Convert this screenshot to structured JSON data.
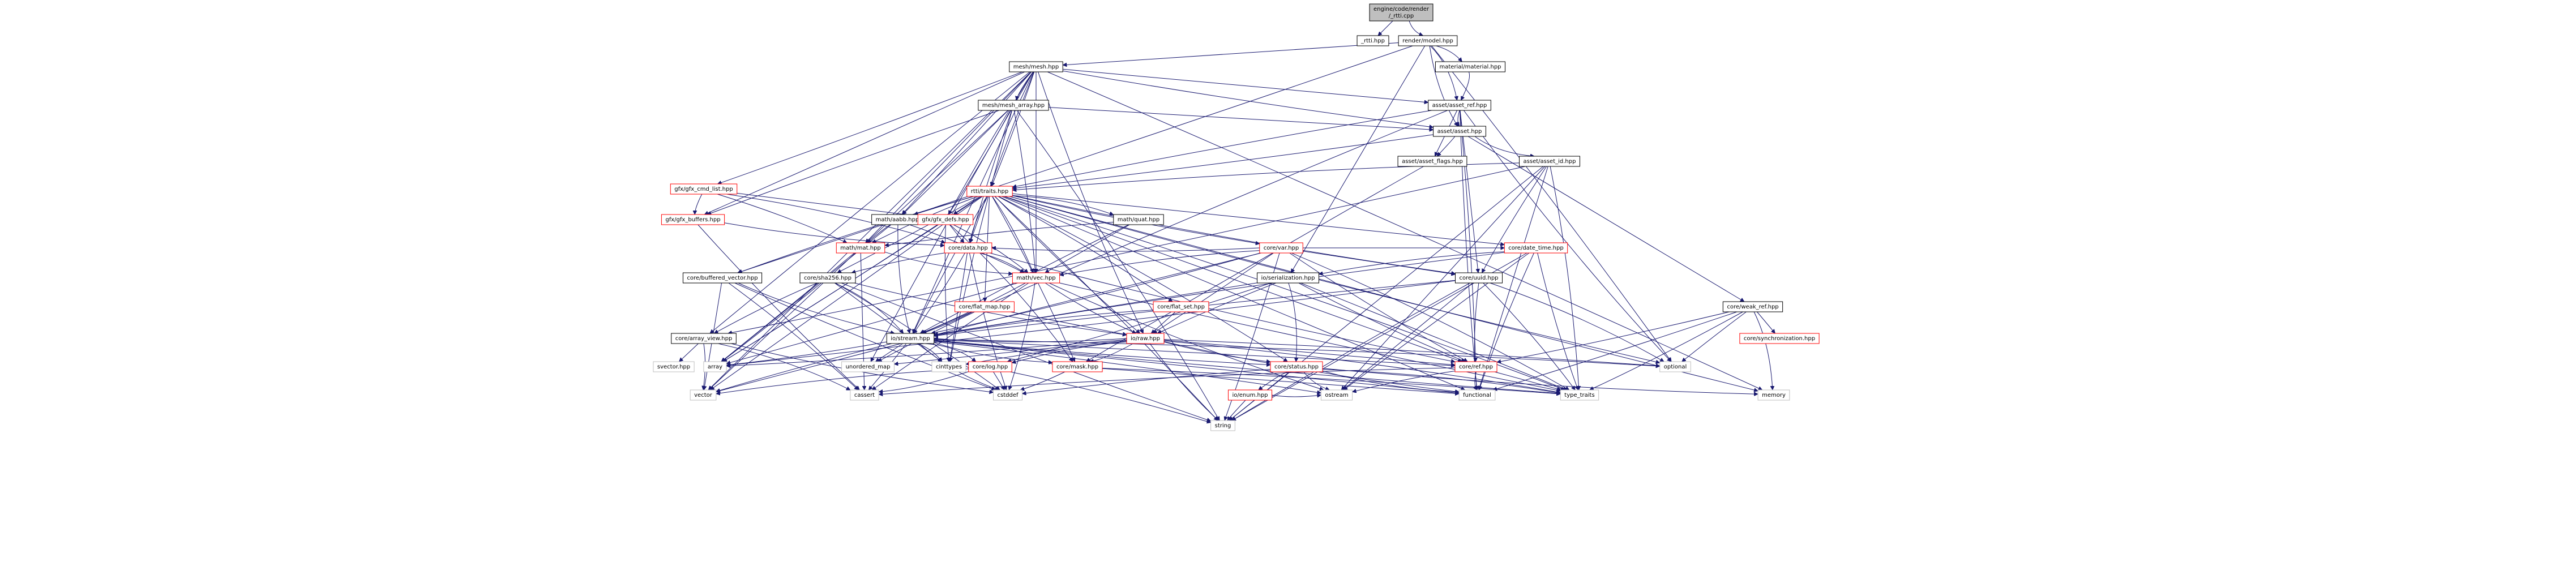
{
  "diagram": {
    "nodes": [
      {
        "id": "root",
        "label": "engine/code/render\n/_rtti.cpp",
        "style": "root"
      },
      {
        "id": "rtti",
        "label": "_rtti.hpp",
        "style": "local"
      },
      {
        "id": "model",
        "label": "render/model.hpp",
        "style": "local"
      },
      {
        "id": "mesh",
        "label": "mesh/mesh.hpp",
        "style": "local"
      },
      {
        "id": "material",
        "label": "material/material.hpp",
        "style": "local"
      },
      {
        "id": "meshArray",
        "label": "mesh/mesh_array.hpp",
        "style": "local"
      },
      {
        "id": "assetRef",
        "label": "asset/asset_ref.hpp",
        "style": "local"
      },
      {
        "id": "asset",
        "label": "asset/asset.hpp",
        "style": "local"
      },
      {
        "id": "assetFlags",
        "label": "asset/asset_flags.hpp",
        "style": "local"
      },
      {
        "id": "assetId",
        "label": "asset/asset_id.hpp",
        "style": "local"
      },
      {
        "id": "gfxCmdList",
        "label": "gfx/gfx_cmd_list.hpp",
        "style": "red"
      },
      {
        "id": "gfxBuffers",
        "label": "gfx/gfx_buffers.hpp",
        "style": "red"
      },
      {
        "id": "rttiTraits",
        "label": "rtti/traits.hpp",
        "style": "red"
      },
      {
        "id": "mathAabb",
        "label": "math/aabb.hpp",
        "style": "local"
      },
      {
        "id": "gfxDefs",
        "label": "gfx/gfx_defs.hpp",
        "style": "red"
      },
      {
        "id": "mathQuat",
        "label": "math/quat.hpp",
        "style": "local"
      },
      {
        "id": "mathMat",
        "label": "math/mat.hpp",
        "style": "red"
      },
      {
        "id": "coreData",
        "label": "core/data.hpp",
        "style": "red"
      },
      {
        "id": "coreVar",
        "label": "core/var.hpp",
        "style": "red"
      },
      {
        "id": "dateTime",
        "label": "core/date_time.hpp",
        "style": "red"
      },
      {
        "id": "mathVec",
        "label": "math/vec.hpp",
        "style": "red"
      },
      {
        "id": "serialization",
        "label": "io/serialization.hpp",
        "style": "local"
      },
      {
        "id": "coreUuid",
        "label": "core/uuid.hpp",
        "style": "local"
      },
      {
        "id": "bufferedVector",
        "label": "core/buffered_vector.hpp",
        "style": "local"
      },
      {
        "id": "sha256",
        "label": "core/sha256.hpp",
        "style": "local"
      },
      {
        "id": "flatMap",
        "label": "core/flat_map.hpp",
        "style": "red"
      },
      {
        "id": "flatSet",
        "label": "core/flat_set.hpp",
        "style": "red"
      },
      {
        "id": "weakRef",
        "label": "core/weak_ref.hpp",
        "style": "local"
      },
      {
        "id": "arrayView",
        "label": "core/array_view.hpp",
        "style": "local"
      },
      {
        "id": "ioStream",
        "label": "io/stream.hpp",
        "style": "local"
      },
      {
        "id": "ioRaw",
        "label": "io/raw.hpp",
        "style": "red"
      },
      {
        "id": "sync",
        "label": "core/synchronization.hpp",
        "style": "red"
      },
      {
        "id": "svector",
        "label": "svector.hpp",
        "style": "sys"
      },
      {
        "id": "array",
        "label": "array",
        "style": "sys"
      },
      {
        "id": "unorderedMap",
        "label": "unordered_map",
        "style": "sys"
      },
      {
        "id": "cinttypes",
        "label": "cinttypes",
        "style": "sys"
      },
      {
        "id": "coreLog",
        "label": "core/log.hpp",
        "style": "red"
      },
      {
        "id": "coreMask",
        "label": "core/mask.hpp",
        "style": "red"
      },
      {
        "id": "coreStatus",
        "label": "core/status.hpp",
        "style": "red"
      },
      {
        "id": "coreRef",
        "label": "core/ref.hpp",
        "style": "red"
      },
      {
        "id": "optional",
        "label": "optional",
        "style": "sys"
      },
      {
        "id": "memory",
        "label": "memory",
        "style": "sys"
      },
      {
        "id": "vector",
        "label": "vector",
        "style": "sys"
      },
      {
        "id": "cassert",
        "label": "cassert",
        "style": "sys"
      },
      {
        "id": "cstddef",
        "label": "cstddef",
        "style": "sys"
      },
      {
        "id": "ostream",
        "label": "ostream",
        "style": "sys"
      },
      {
        "id": "ioEnum",
        "label": "io/enum.hpp",
        "style": "red"
      },
      {
        "id": "functional",
        "label": "functional",
        "style": "sys"
      },
      {
        "id": "typeTraits",
        "label": "type_traits",
        "style": "sys"
      },
      {
        "id": "string",
        "label": "string",
        "style": "sys"
      }
    ],
    "edges": [
      [
        "root",
        "rtti"
      ],
      [
        "root",
        "model"
      ],
      [
        "model",
        "mesh"
      ],
      [
        "model",
        "material"
      ],
      [
        "model",
        "assetRef"
      ],
      [
        "model",
        "asset"
      ],
      [
        "model",
        "bufferedVector"
      ],
      [
        "model",
        "serialization"
      ],
      [
        "model",
        "optional"
      ],
      [
        "material",
        "assetRef"
      ],
      [
        "mesh",
        "meshArray"
      ],
      [
        "mesh",
        "gfxCmdList"
      ],
      [
        "mesh",
        "gfxBuffers"
      ],
      [
        "mesh",
        "rttiTraits"
      ],
      [
        "mesh",
        "mathAabb"
      ],
      [
        "mesh",
        "gfxDefs"
      ],
      [
        "mesh",
        "coreData"
      ],
      [
        "mesh",
        "mathVec"
      ],
      [
        "mesh",
        "mathMat"
      ],
      [
        "mesh",
        "arrayView"
      ],
      [
        "mesh",
        "ioRaw"
      ],
      [
        "mesh",
        "asset"
      ],
      [
        "mesh",
        "assetRef"
      ],
      [
        "mesh",
        "memory"
      ],
      [
        "mesh",
        "vector"
      ],
      [
        "mesh",
        "unorderedMap"
      ],
      [
        "mesh",
        "ioStream"
      ],
      [
        "meshArray",
        "asset"
      ],
      [
        "meshArray",
        "gfxBuffers"
      ],
      [
        "meshArray",
        "gfxDefs"
      ],
      [
        "meshArray",
        "mathAabb"
      ],
      [
        "meshArray",
        "coreData"
      ],
      [
        "meshArray",
        "rttiTraits"
      ],
      [
        "meshArray",
        "mathVec"
      ],
      [
        "meshArray",
        "string"
      ],
      [
        "meshArray",
        "vector"
      ],
      [
        "assetRef",
        "asset"
      ],
      [
        "assetRef",
        "coreUuid"
      ],
      [
        "assetRef",
        "coreRef"
      ],
      [
        "assetRef",
        "ioStream"
      ],
      [
        "assetRef",
        "optional"
      ],
      [
        "assetRef",
        "functional"
      ],
      [
        "assetRef",
        "assetFlags"
      ],
      [
        "assetRef",
        "rttiTraits"
      ],
      [
        "asset",
        "assetFlags"
      ],
      [
        "asset",
        "assetId"
      ],
      [
        "asset",
        "rttiTraits"
      ],
      [
        "asset",
        "weakRef"
      ],
      [
        "assetFlags",
        "coreMask"
      ],
      [
        "assetId",
        "rttiTraits"
      ],
      [
        "assetId",
        "coreUuid"
      ],
      [
        "assetId",
        "ostream"
      ],
      [
        "assetId",
        "functional"
      ],
      [
        "assetId",
        "string"
      ],
      [
        "assetId",
        "typeTraits"
      ],
      [
        "assetId",
        "arrayView"
      ],
      [
        "gfxCmdList",
        "gfxBuffers"
      ],
      [
        "gfxCmdList",
        "gfxDefs"
      ],
      [
        "gfxCmdList",
        "mathMat"
      ],
      [
        "gfxCmdList",
        "coreData"
      ],
      [
        "gfxBuffers",
        "coreData"
      ],
      [
        "gfxBuffers",
        "cassert"
      ],
      [
        "rttiTraits",
        "mathAabb"
      ],
      [
        "rttiTraits",
        "gfxDefs"
      ],
      [
        "rttiTraits",
        "mathQuat"
      ],
      [
        "rttiTraits",
        "coreData"
      ],
      [
        "rttiTraits",
        "coreVar"
      ],
      [
        "rttiTraits",
        "dateTime"
      ],
      [
        "rttiTraits",
        "mathVec"
      ],
      [
        "rttiTraits",
        "mathMat"
      ],
      [
        "rttiTraits",
        "coreUuid"
      ],
      [
        "rttiTraits",
        "sha256"
      ],
      [
        "rttiTraits",
        "flatMap"
      ],
      [
        "rttiTraits",
        "flatSet"
      ],
      [
        "rttiTraits",
        "bufferedVector"
      ],
      [
        "rttiTraits",
        "ioStream"
      ],
      [
        "rttiTraits",
        "ioRaw"
      ],
      [
        "rttiTraits",
        "coreRef"
      ],
      [
        "rttiTraits",
        "coreMask"
      ],
      [
        "rttiTraits",
        "coreStatus"
      ],
      [
        "rttiTraits",
        "optional"
      ],
      [
        "rttiTraits",
        "memory"
      ],
      [
        "rttiTraits",
        "vector"
      ],
      [
        "rttiTraits",
        "string"
      ],
      [
        "rttiTraits",
        "typeTraits"
      ],
      [
        "rttiTraits",
        "array"
      ],
      [
        "rttiTraits",
        "cinttypes"
      ],
      [
        "rttiTraits",
        "functional"
      ],
      [
        "mathAabb",
        "mathVec"
      ],
      [
        "mathAabb",
        "mathMat"
      ],
      [
        "mathAabb",
        "ioStream"
      ],
      [
        "mathAabb",
        "array"
      ],
      [
        "gfxDefs",
        "coreData"
      ],
      [
        "gfxDefs",
        "mathVec"
      ],
      [
        "gfxDefs",
        "coreMask"
      ],
      [
        "gfxDefs",
        "array"
      ],
      [
        "gfxDefs",
        "cinttypes"
      ],
      [
        "mathQuat",
        "mathVec"
      ],
      [
        "mathQuat",
        "mathMat"
      ],
      [
        "mathQuat",
        "ioStream"
      ],
      [
        "mathMat",
        "mathVec"
      ],
      [
        "mathMat",
        "array"
      ],
      [
        "mathMat",
        "cassert"
      ],
      [
        "coreData",
        "sha256"
      ],
      [
        "coreData",
        "ioStream"
      ],
      [
        "coreData",
        "coreRef"
      ],
      [
        "coreData",
        "cstddef"
      ],
      [
        "coreData",
        "cinttypes"
      ],
      [
        "coreData",
        "mathVec"
      ],
      [
        "coreVar",
        "mathVec"
      ],
      [
        "coreVar",
        "coreData"
      ],
      [
        "coreVar",
        "coreRef"
      ],
      [
        "coreVar",
        "coreUuid"
      ],
      [
        "coreVar",
        "string"
      ],
      [
        "coreVar",
        "typeTraits"
      ],
      [
        "coreVar",
        "ioStream"
      ],
      [
        "coreVar",
        "ioRaw"
      ],
      [
        "coreVar",
        "dateTime"
      ],
      [
        "coreVar",
        "vector"
      ],
      [
        "dateTime",
        "ioStream"
      ],
      [
        "dateTime",
        "functional"
      ],
      [
        "dateTime",
        "typeTraits"
      ],
      [
        "dateTime",
        "string"
      ],
      [
        "dateTime",
        "ostream"
      ],
      [
        "dateTime",
        "serialization"
      ],
      [
        "mathVec",
        "ioStream"
      ],
      [
        "mathVec",
        "ioRaw"
      ],
      [
        "mathVec",
        "array"
      ],
      [
        "mathVec",
        "cassert"
      ],
      [
        "mathVec",
        "cstddef"
      ],
      [
        "mathVec",
        "ostream"
      ],
      [
        "mathVec",
        "typeTraits"
      ],
      [
        "serialization",
        "ioStream"
      ],
      [
        "serialization",
        "ioRaw"
      ],
      [
        "serialization",
        "coreStatus"
      ],
      [
        "serialization",
        "coreLog"
      ],
      [
        "serialization",
        "coreRef"
      ],
      [
        "serialization",
        "typeTraits"
      ],
      [
        "coreUuid",
        "ioStream"
      ],
      [
        "coreUuid",
        "string"
      ],
      [
        "coreUuid",
        "functional"
      ],
      [
        "coreUuid",
        "array"
      ],
      [
        "coreUuid",
        "ostream"
      ],
      [
        "coreUuid",
        "typeTraits"
      ],
      [
        "coreUuid",
        "optional"
      ],
      [
        "bufferedVector",
        "ioStream"
      ],
      [
        "bufferedVector",
        "cstddef"
      ],
      [
        "bufferedVector",
        "vector"
      ],
      [
        "bufferedVector",
        "cassert"
      ],
      [
        "sha256",
        "ioStream"
      ],
      [
        "sha256",
        "array"
      ],
      [
        "sha256",
        "string"
      ],
      [
        "sha256",
        "cinttypes"
      ],
      [
        "sha256",
        "cstddef"
      ],
      [
        "sha256",
        "arrayView"
      ],
      [
        "sha256",
        "ioRaw"
      ],
      [
        "flatMap",
        "ioStream"
      ],
      [
        "flatMap",
        "ioRaw"
      ],
      [
        "flatMap",
        "unorderedMap"
      ],
      [
        "flatSet",
        "ioStream"
      ],
      [
        "flatSet",
        "ioRaw"
      ],
      [
        "weakRef",
        "coreRef"
      ],
      [
        "weakRef",
        "sync"
      ],
      [
        "weakRef",
        "optional"
      ],
      [
        "weakRef",
        "memory"
      ],
      [
        "weakRef",
        "typeTraits"
      ],
      [
        "weakRef",
        "functional"
      ],
      [
        "arrayView",
        "svector"
      ],
      [
        "arrayView",
        "vector"
      ],
      [
        "arrayView",
        "cassert"
      ],
      [
        "arrayView",
        "cstddef"
      ],
      [
        "ioStream",
        "array"
      ],
      [
        "ioStream",
        "unorderedMap"
      ],
      [
        "ioStream",
        "cinttypes"
      ],
      [
        "ioStream",
        "coreLog"
      ],
      [
        "ioStream",
        "coreMask"
      ],
      [
        "ioStream",
        "coreStatus"
      ],
      [
        "ioStream",
        "coreRef"
      ],
      [
        "ioStream",
        "vector"
      ],
      [
        "ioStream",
        "cassert"
      ],
      [
        "ioStream",
        "cstddef"
      ],
      [
        "ioStream",
        "typeTraits"
      ],
      [
        "ioStream",
        "functional"
      ],
      [
        "ioStream",
        "ostream"
      ],
      [
        "ioStream",
        "optional"
      ],
      [
        "ioRaw",
        "ioStream"
      ],
      [
        "ioRaw",
        "array"
      ],
      [
        "ioRaw",
        "unorderedMap"
      ],
      [
        "ioRaw",
        "cinttypes"
      ],
      [
        "ioRaw",
        "coreLog"
      ],
      [
        "ioRaw",
        "coreMask"
      ],
      [
        "ioRaw",
        "coreStatus"
      ],
      [
        "ioRaw",
        "coreRef"
      ],
      [
        "ioRaw",
        "optional"
      ],
      [
        "ioRaw",
        "typeTraits"
      ],
      [
        "ioRaw",
        "functional"
      ],
      [
        "ioRaw",
        "string"
      ],
      [
        "coreLog",
        "cstddef"
      ],
      [
        "coreLog",
        "string"
      ],
      [
        "coreLog",
        "vector"
      ],
      [
        "coreLog",
        "cassert"
      ],
      [
        "coreMask",
        "cstddef"
      ],
      [
        "coreMask",
        "functional"
      ],
      [
        "coreMask",
        "typeTraits"
      ],
      [
        "coreStatus",
        "ioEnum"
      ],
      [
        "coreStatus",
        "memory"
      ],
      [
        "coreStatus",
        "ostream"
      ],
      [
        "coreStatus",
        "string"
      ],
      [
        "coreStatus",
        "cstddef"
      ],
      [
        "coreStatus",
        "typeTraits"
      ],
      [
        "coreStatus",
        "functional"
      ],
      [
        "coreRef",
        "functional"
      ],
      [
        "coreRef",
        "typeTraits"
      ],
      [
        "coreRef",
        "ostream"
      ],
      [
        "coreRef",
        "cassert"
      ],
      [
        "ioEnum",
        "string"
      ],
      [
        "ioEnum",
        "ostream"
      ]
    ]
  }
}
